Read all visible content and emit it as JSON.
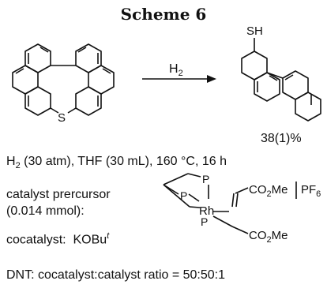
{
  "scheme_title": "Scheme 6",
  "reaction": {
    "reagent": "H",
    "reagent_sub": "2",
    "product_group": "SH",
    "sulfur_atom": "S",
    "yield": "38(1)%"
  },
  "conditions": {
    "h": "H",
    "h_sub": "2",
    "rest": " (30 atm), THF (30 mL), 160 °C, 16 h"
  },
  "catalyst": {
    "label_line1": "catalyst prercursor",
    "label_line2": "(0.014 mmol):",
    "p_atom": "P",
    "rh_atom": "Rh",
    "ester": "CO",
    "ester_sub": "2",
    "ester_tail": "Me",
    "counterion": "PF",
    "counterion_sub": "6"
  },
  "cocatalyst": {
    "label": "cocatalyst:",
    "value": "KOBu",
    "value_sup": "t"
  },
  "ratio_line": "DNT: cocatalyst:catalyst ratio = 50:50:1"
}
